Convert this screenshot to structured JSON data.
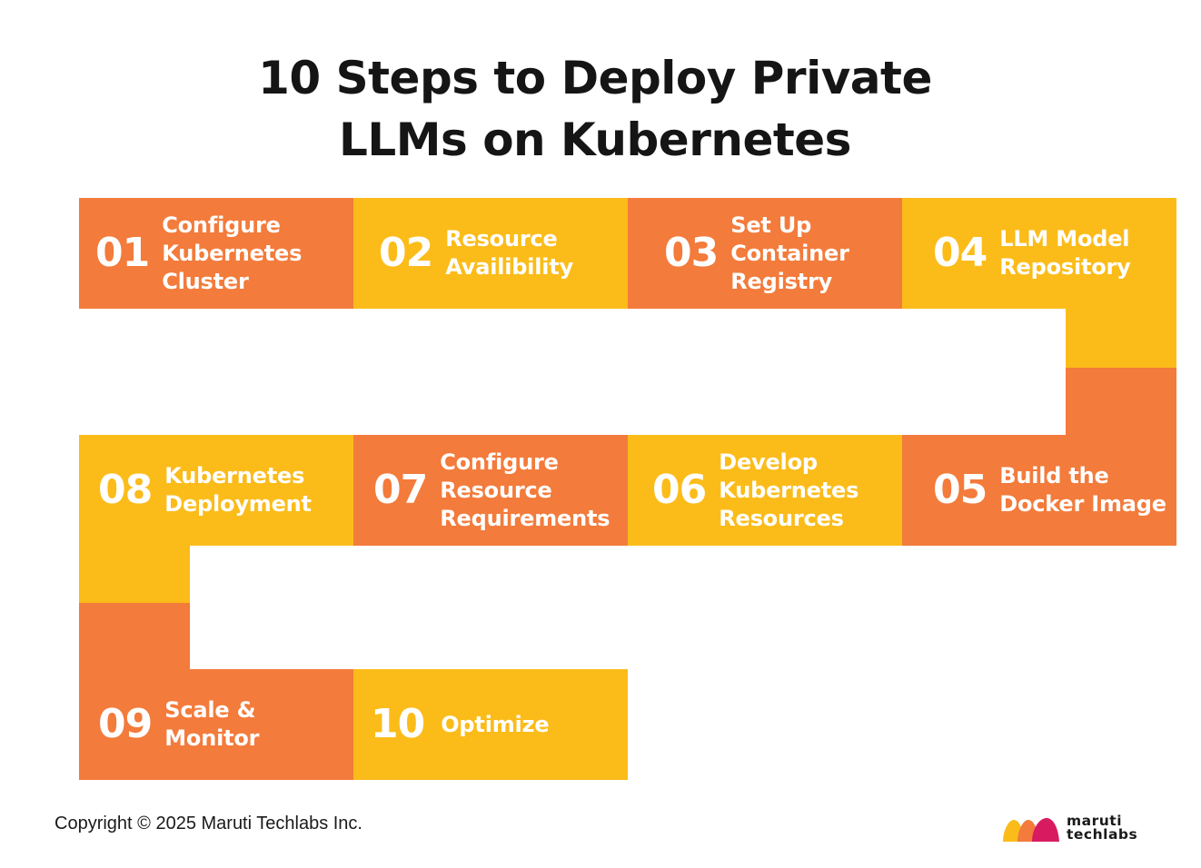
{
  "title": {
    "line1": "10 Steps to Deploy Private",
    "line2": "LLMs on Kubernetes"
  },
  "colors": {
    "orange": "#F37B3B",
    "yellow": "#FBBC1A",
    "text": "#151515"
  },
  "steps": [
    {
      "num": "01",
      "lines": [
        "Configure",
        "Kubernetes",
        "Cluster"
      ]
    },
    {
      "num": "02",
      "lines": [
        "Resource",
        "Availibility"
      ]
    },
    {
      "num": "03",
      "lines": [
        "Set Up",
        "Container",
        "Registry"
      ]
    },
    {
      "num": "04",
      "lines": [
        "LLM Model",
        "Repository"
      ]
    },
    {
      "num": "05",
      "lines": [
        "Build the",
        "Docker Image"
      ]
    },
    {
      "num": "06",
      "lines": [
        "Develop",
        "Kubernetes",
        "Resources"
      ]
    },
    {
      "num": "07",
      "lines": [
        "Configure",
        "Resource",
        "Requirements"
      ]
    },
    {
      "num": "08",
      "lines": [
        "Kubernetes",
        "Deployment"
      ]
    },
    {
      "num": "09",
      "lines": [
        "Scale &",
        "Monitor"
      ]
    },
    {
      "num": "10",
      "lines": [
        "Optimize"
      ]
    }
  ],
  "footer": {
    "copyright": "Copyright © 2025 Maruti Techlabs Inc."
  },
  "logo": {
    "line1": "maruti",
    "line2": "techlabs"
  }
}
